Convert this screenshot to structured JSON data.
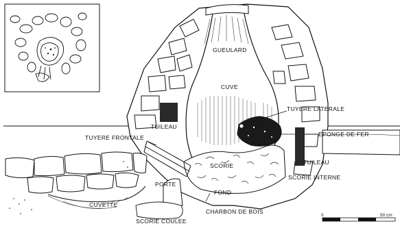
{
  "labels": {
    "gueulard": "GUEULARD",
    "cuve": "CUVE",
    "tuyere_laterale": "TUYERE LATERALE",
    "eponge_de_fer": "EPONGE DE FER",
    "tuileau_left": "TUILEAU",
    "tuileau_right": "TUILEAU",
    "tuyere_frontale": "TUYERE FRONTALE",
    "scorie": "SCORIE",
    "scorie_interne": "SCORIE INTERNE",
    "porte": "PORTE",
    "fond": "FOND",
    "cuvette": "CUVETTE",
    "scorie_coulee": "SCORIE COULEE",
    "charbon_de_bois": "CHARBON DE BOIS"
  },
  "scale": {
    "zero": "0",
    "max": "50 cm"
  },
  "icons": {
    "inset": "furnace-plan-inset-icon"
  },
  "colors": {
    "ink": "#111111",
    "paper": "#ffffff",
    "tile": "#2a2a2a"
  }
}
